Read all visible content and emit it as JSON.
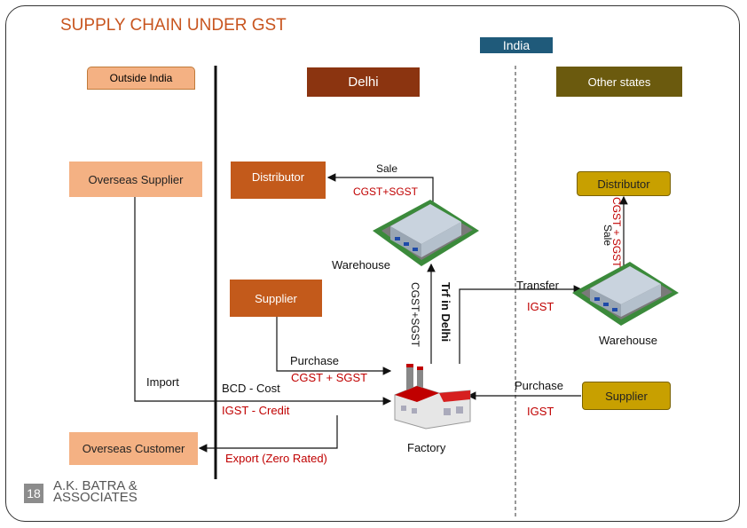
{
  "title": "SUPPLY CHAIN UNDER GST",
  "regions": {
    "india": "India",
    "outside_india": "Outside India",
    "delhi": "Delhi",
    "other_states": "Other states"
  },
  "boxes": {
    "overseas_supplier": "Overseas Supplier",
    "distributor_delhi": "Distributor",
    "distributor_other": "Distributor",
    "supplier_delhi": "Supplier",
    "supplier_other": "Supplier",
    "overseas_customer": "Overseas Customer"
  },
  "labels": {
    "sale_top": "Sale",
    "cgst_sgst_top": "CGST+SGST",
    "sale_right": "Sale",
    "cgst_sgst_right": "CGST + SGST",
    "warehouse_delhi": "Warehouse",
    "warehouse_other": "Warehouse",
    "trf_in_delhi": "Trf in Delhi",
    "cgst_sgst_trf": "CGST+SGST",
    "transfer": "Transfer",
    "igst_transfer": "IGST",
    "purchase_delhi": "Purchase",
    "cgst_sgst_purchase": "CGST + SGST",
    "import": "Import",
    "bcd_cost": "BCD - Cost",
    "igst_credit": "IGST - Credit",
    "export": "Export (Zero Rated)",
    "factory": "Factory",
    "purchase_other": "Purchase",
    "igst_purchase": "IGST"
  },
  "footer": {
    "slide_number": "18",
    "firm_line1": "A.K. BATRA &",
    "firm_line2": "ASSOCIATES"
  }
}
